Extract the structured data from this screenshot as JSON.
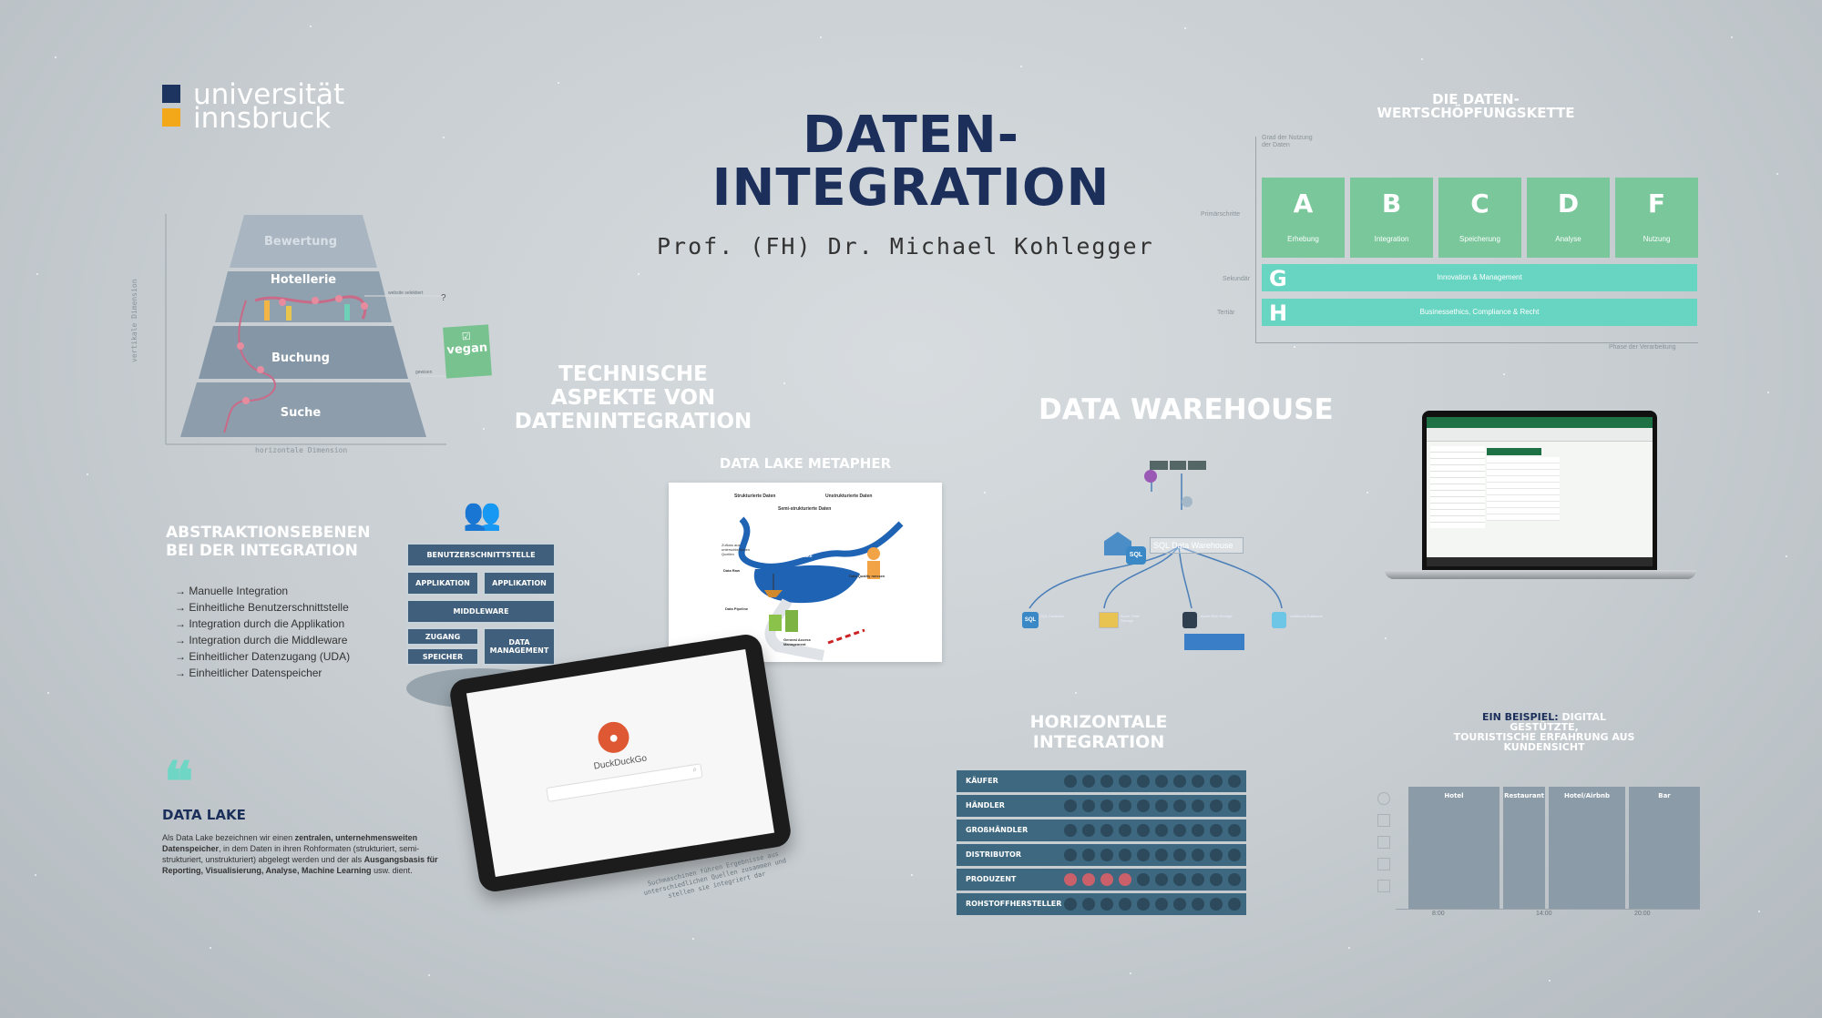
{
  "logo": {
    "line1": "universität",
    "line2": "innsbruck",
    "colors": [
      "#1d3461",
      "#f3a81a"
    ]
  },
  "title": {
    "line1": "DATEN-",
    "line2": "INTEGRATION",
    "author": "Prof. (FH) Dr. Michael Kohlegger"
  },
  "value_chain": {
    "heading_line1": "DIE DATEN-",
    "heading_line2": "WERTSCHÖPFUNGSKETTE",
    "axis_top": "Grad der Nutzung\nder Daten",
    "axis_bottom": "Phase der Verarbeitung",
    "row_labels": [
      "Primärschritte",
      "Sekundär",
      "Tertiär"
    ],
    "steps": [
      {
        "letter": "A",
        "label": "Erhebung"
      },
      {
        "letter": "B",
        "label": "Integration"
      },
      {
        "letter": "C",
        "label": "Speicherung"
      },
      {
        "letter": "D",
        "label": "Analyse"
      },
      {
        "letter": "F",
        "label": "Nutzung"
      }
    ],
    "bars": [
      {
        "letter": "G",
        "label": "Innovation & Management"
      },
      {
        "letter": "H",
        "label": "Businessethics, Compliance & Recht"
      }
    ],
    "colors": {
      "step": "#79c79b",
      "bar": "#68d4c2"
    }
  },
  "pyramid": {
    "levels": [
      "Bewertung",
      "Hotellerie",
      "Buchung",
      "Suche"
    ],
    "axis_y": "vertikale Dimension",
    "axis_x": "horizontale Dimension",
    "note_label": "vegan",
    "annotation_1": "website selektiert",
    "annotation_2": "gewisen"
  },
  "sections": {
    "technical_line1": "TECHNISCHE",
    "technical_line2": "ASPEKTE VON",
    "technical_line3": "DATENINTEGRATION",
    "data_lake_metaphor": "DATA LAKE METAPHER",
    "data_warehouse": "DATA WAREHOUSE",
    "horizontal_line1": "HORIZONTALE",
    "horizontal_line2": "INTEGRATION",
    "abstraction_line1": "ABSTRAKTIONSEBENEN",
    "abstraction_line2": "BEI DER INTEGRATION",
    "example_prefix": "EIN BEISPIEL:",
    "example_rest_line1": "DIGITAL GESTÜTZTE,",
    "example_line2": "TOURISTISCHE ERFAHRUNG AUS",
    "example_line3": "KUNDENSICHT"
  },
  "abstraction_list": [
    "Manuelle Integration",
    "Einheitliche Benutzerschnittstelle",
    "Integration durch die Applikation",
    "Integration durch die Middleware",
    "Einheitlicher Datenzugang (UDA)",
    "Einheitlicher Datenspeicher"
  ],
  "stack": {
    "ui": "BENUTZERSCHNITTSTELLE",
    "app1": "APPLIKATION",
    "app2": "APPLIKATION",
    "middleware": "MIDDLEWARE",
    "access": "ZUGANG",
    "storage": "SPEICHER",
    "data_mgmt_1": "DATA",
    "data_mgmt_2": "MANAGEMENT"
  },
  "data_lake": {
    "heading": "DATA LAKE",
    "p1": "Als Data Lake bezeichnen wir einen ",
    "b1": "zentralen, unternehmensweiten Datenspeicher",
    "p2": ", in dem Daten in ihren Rohformaten (strukturiert, semi-strukturiert, unstrukturiert) abgelegt werden und der als ",
    "b2": "Ausgangsbasis für Reporting, Visualisierung, Analyse, Machine Learning",
    "p3": " usw. dient."
  },
  "lake_diagram": {
    "label_structured": "Strukturierte Daten",
    "label_semistructured": "Semi-strukturierte Daten",
    "label_unstructured": "Unstrukturierte Daten",
    "label_lake": "Data Lake",
    "label_sources": "Zufluss aus unterschiedlichen Quellen",
    "label_raw": "Data Raw",
    "label_pipeline": "Data Pipeline",
    "label_quality": "Data Quality messen",
    "label_mgmt": "General Access Management"
  },
  "dwh": {
    "center_label": "SQL Data Warehouse",
    "source_labels": [
      "SQL Database",
      "Azure Table Storage",
      "Azure Blob Storage",
      "Additional Datastore"
    ]
  },
  "tablet": {
    "brand": "DuckDuckGo",
    "caption": "Suchmaschinen führen Ergebnisse aus unterschiedlichen Quellen zusammen und stellen sie integriert dar"
  },
  "horizontal": {
    "rows": [
      {
        "label": "KÄUFER",
        "highlight": 0
      },
      {
        "label": "HÄNDLER",
        "highlight": 0
      },
      {
        "label": "GROßHÄNDLER",
        "highlight": 0
      },
      {
        "label": "DISTRIBUTOR",
        "highlight": 0
      },
      {
        "label": "PRODUZENT",
        "highlight": 4
      },
      {
        "label": "ROHSTOFFHERSTELLER",
        "highlight": 0
      }
    ],
    "dots_per_row": 10,
    "colors": {
      "row": "#3d6880",
      "dot": "#2c4a5c",
      "highlight": "#c9606a"
    }
  },
  "tourism_chart": {
    "columns": [
      "Hotel",
      "Restaurant",
      "Hotel/Airbnb",
      "Bar"
    ],
    "ticks": [
      "8:00",
      "14:00",
      "20:00"
    ]
  }
}
